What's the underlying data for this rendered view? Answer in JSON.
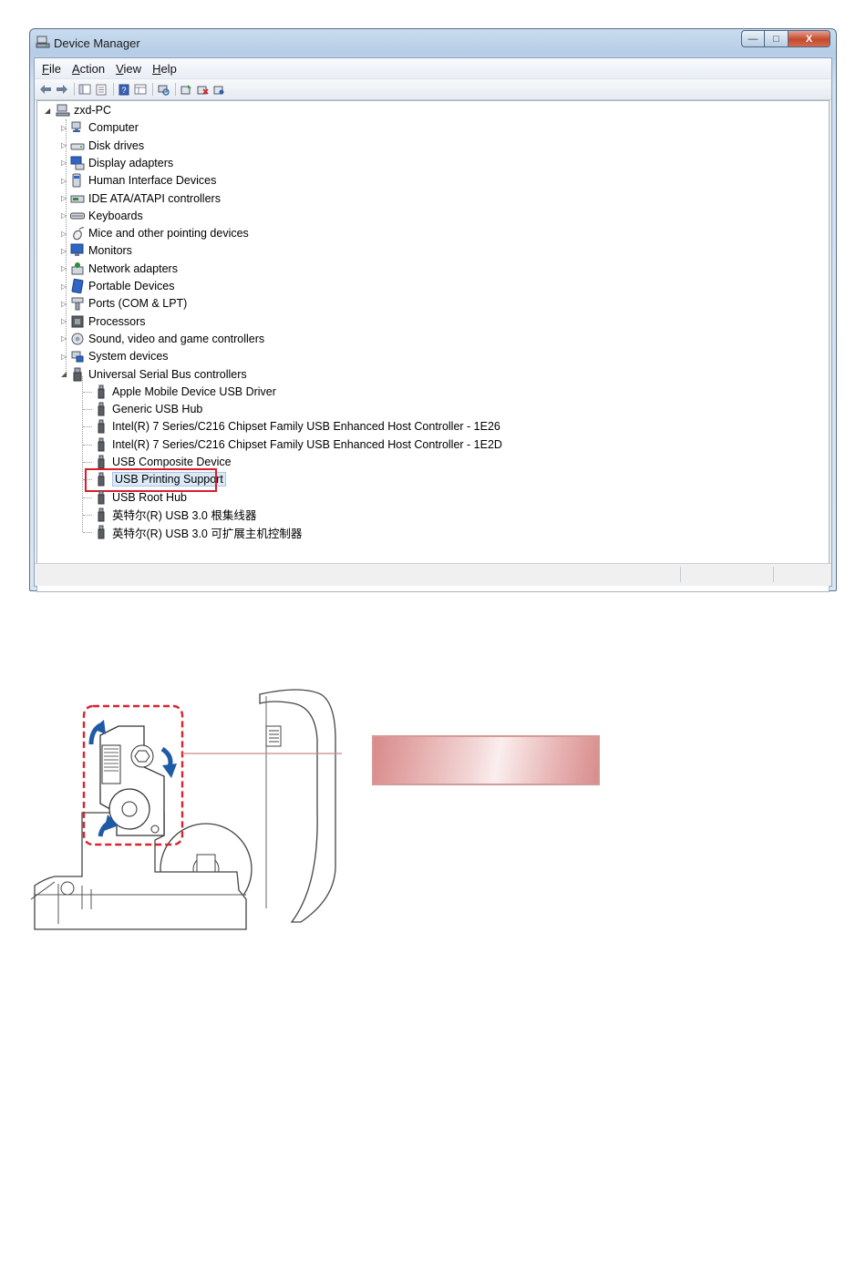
{
  "window": {
    "title": "Device Manager",
    "controls": {
      "minimize": "—",
      "maximize": "□",
      "close": "X"
    }
  },
  "menubar": [
    {
      "label": "File",
      "key": "F",
      "rest": "ile"
    },
    {
      "label": "Action",
      "key": "A",
      "rest": "ction"
    },
    {
      "label": "View",
      "key": "V",
      "rest": "iew"
    },
    {
      "label": "Help",
      "key": "H",
      "rest": "elp"
    }
  ],
  "toolbar": {
    "buttons": [
      "back-arrow-icon",
      "forward-arrow-icon",
      "show-hide-tree-icon",
      "properties-icon",
      "help-icon",
      "view-icon",
      "scan-hardware-icon",
      "update-driver-icon",
      "uninstall-icon",
      "disable-icon"
    ]
  },
  "tree": {
    "root": "zxd-PC",
    "categories": [
      {
        "label": "Computer",
        "icon": "computer-icon"
      },
      {
        "label": "Disk drives",
        "icon": "disk-drive-icon"
      },
      {
        "label": "Display adapters",
        "icon": "display-adapter-icon"
      },
      {
        "label": "Human Interface Devices",
        "icon": "hid-icon"
      },
      {
        "label": "IDE ATA/ATAPI controllers",
        "icon": "ide-controller-icon"
      },
      {
        "label": "Keyboards",
        "icon": "keyboard-icon"
      },
      {
        "label": "Mice and other pointing devices",
        "icon": "mouse-icon"
      },
      {
        "label": "Monitors",
        "icon": "monitor-icon"
      },
      {
        "label": "Network adapters",
        "icon": "network-adapter-icon"
      },
      {
        "label": "Portable Devices",
        "icon": "portable-device-icon"
      },
      {
        "label": "Ports (COM & LPT)",
        "icon": "port-icon"
      },
      {
        "label": "Processors",
        "icon": "processor-icon"
      },
      {
        "label": "Sound, video and game controllers",
        "icon": "sound-icon"
      },
      {
        "label": "System devices",
        "icon": "system-device-icon"
      },
      {
        "label": "Universal Serial Bus controllers",
        "icon": "usb-icon"
      }
    ],
    "usb_children": [
      "Apple Mobile Device USB Driver",
      "Generic USB Hub",
      "Intel(R) 7 Series/C216 Chipset Family USB Enhanced Host Controller - 1E26",
      "Intel(R) 7 Series/C216 Chipset Family USB Enhanced Host Controller - 1E2D",
      "USB Composite Device",
      "USB Printing Support",
      "USB Root Hub",
      "英特尔(R) USB 3.0 根集线器",
      "英特尔(R) USB 3.0 可扩展主机控制器"
    ],
    "selected": "USB Printing Support"
  },
  "colors": {
    "highlight": "#d91e2a",
    "dash": "#d9232f",
    "arrow": "#1f5aa6",
    "callout": "#d98a8a"
  },
  "callout": {
    "text": ""
  }
}
